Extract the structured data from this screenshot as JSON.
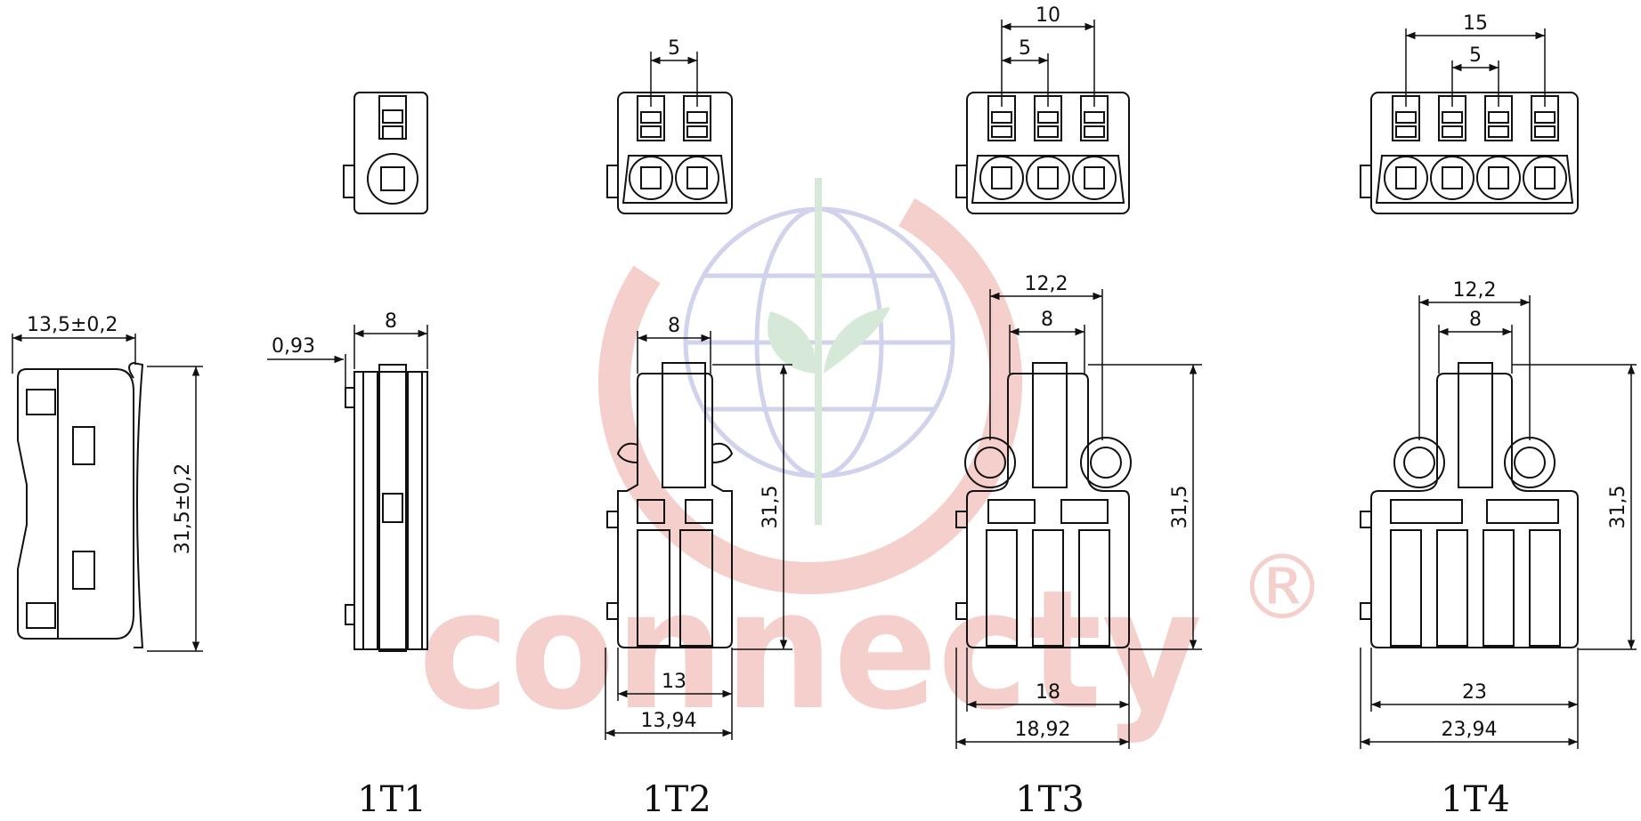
{
  "watermark": {
    "text": "connecty",
    "symbol": "®",
    "color": "#f3c7c3",
    "globe_color": "#c9cbe8",
    "leaf_color": "#cfe6d3"
  },
  "captions": [
    "1T1",
    "1T2",
    "1T3",
    "1T4"
  ],
  "side_view": {
    "width": "13,5±0,2",
    "height": "31,5±0,2"
  },
  "t1": {
    "width": "8",
    "offset": "0,93"
  },
  "t2": {
    "pitch": "5",
    "lever_width": "8",
    "height": "31,5",
    "body_width": "13",
    "overall_width": "13,94"
  },
  "t3": {
    "total_pitch": "10",
    "pitch": "5",
    "ear_span": "12,2",
    "lever_width": "8",
    "height": "31,5",
    "body_width": "18",
    "overall_width": "18,92"
  },
  "t4": {
    "total_pitch": "15",
    "pitch": "5",
    "ear_span": "12,2",
    "lever_width": "8",
    "height": "31,5",
    "body_width": "23",
    "overall_width": "23,94"
  },
  "colors": {
    "line": "#111111"
  }
}
